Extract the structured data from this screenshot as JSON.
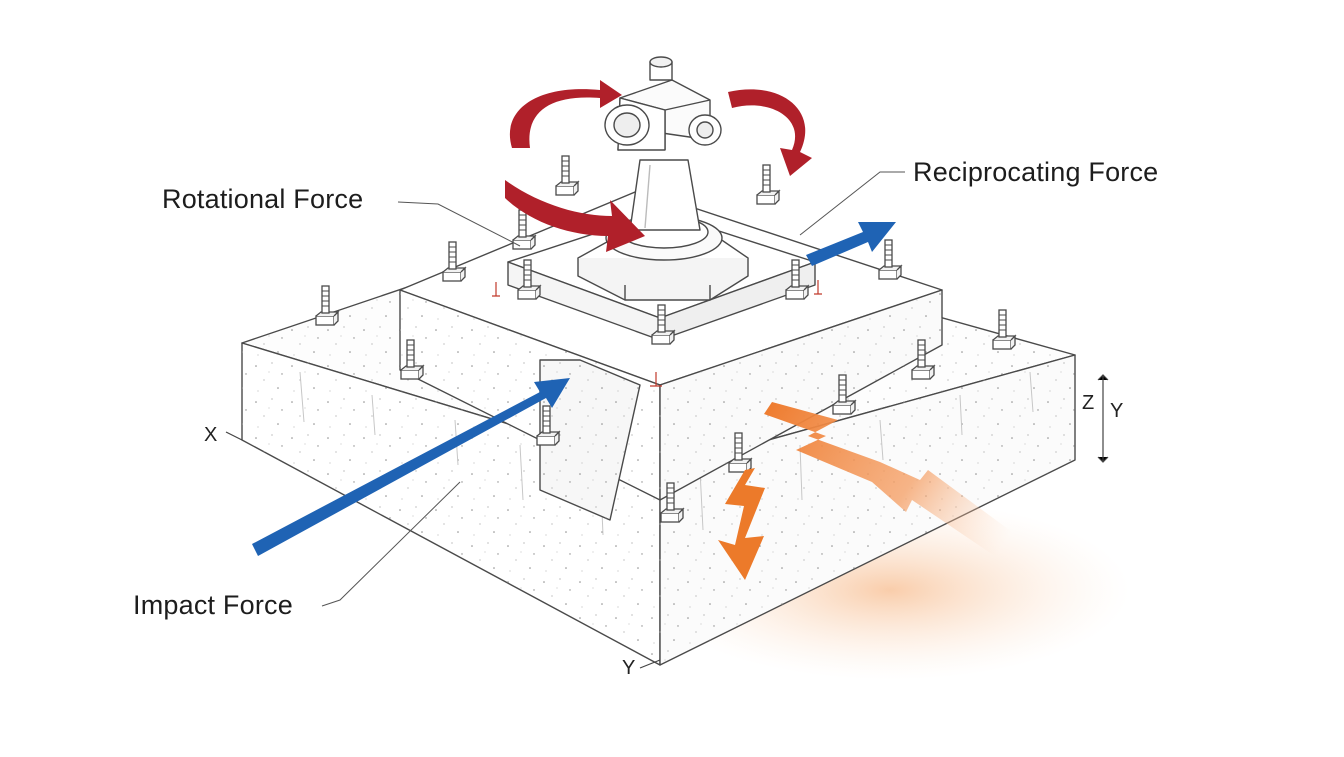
{
  "labels": {
    "rotational": "Rotational Force",
    "reciprocating": "Reciprocating Force",
    "impact": "Impact Force"
  },
  "axes": {
    "x": "X",
    "y_bottom": "Y",
    "z": "Z",
    "y_right": "Y"
  },
  "colors": {
    "rotational_arrow": "#b0202a",
    "reciprocating_arrow": "#1f63b4",
    "impact_arrow": "#1f63b4",
    "vibration_arrow": "#ec7a2a",
    "line_art": "#4a4a4a",
    "concrete_fill": "#ffffff"
  },
  "icons": [
    "anchor-bolt-icon",
    "pump-unit-icon"
  ]
}
